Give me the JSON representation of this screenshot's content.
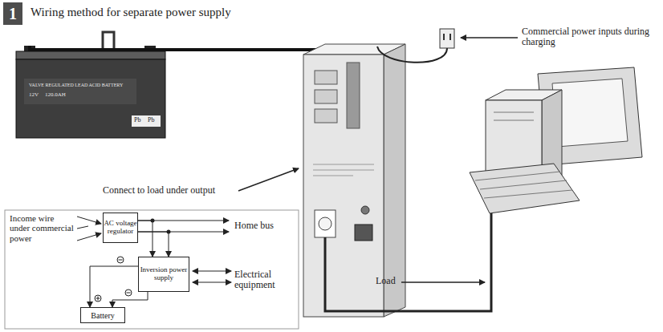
{
  "diagram": {
    "title": "Wiring method for separate power supply",
    "nodes": [
      {
        "text": [
          "1"
        ]
      },
      {
        "text": [
          "AC voltage regulator"
        ]
      },
      {
        "text": [
          "Inversion power supply"
        ]
      },
      {
        "text": [
          "Battery"
        ]
      }
    ],
    "edges": [
      {
        "from": 1,
        "to": 2,
        "arrow": "to"
      },
      {
        "from": 1,
        "to": 2,
        "arrow": "to"
      },
      {
        "from": 2,
        "to": 3,
        "arrow": "to"
      },
      {
        "from": 2,
        "to": 3,
        "arrow": "to"
      }
    ],
    "labels": [
      "VALVE REGULATED LEAD ACID BATTERY",
      "12V",
      "120.0AH",
      "Pb",
      "Pb",
      "Commercial power inputs during charging",
      "Connect to load under output",
      "Load",
      "Income wire under commercial power",
      "Home bus",
      "Electrical equipment"
    ]
  }
}
